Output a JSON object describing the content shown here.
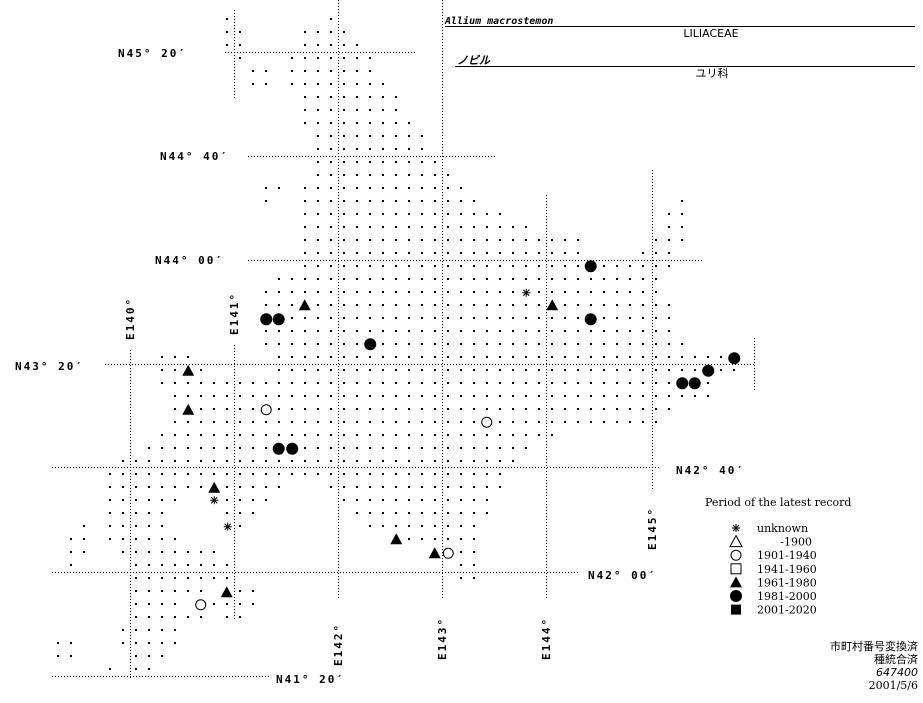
{
  "header": {
    "scientific_name": "Allium macrostemon",
    "family_latin": "LILIACEAE",
    "japanese_name": "ノビル",
    "family_japanese": "ユリ科"
  },
  "grid_labels": {
    "lat": [
      "N45° 20′",
      "N44° 40′",
      "N44° 00′",
      "N43° 20′",
      "N42° 40′",
      "N42° 00′",
      "N41° 20′"
    ],
    "lon": [
      "E140°",
      "E141°",
      "E142°",
      "E143°",
      "E144°",
      "E145°"
    ]
  },
  "legend": {
    "title": "Period of the latest record",
    "items": [
      {
        "symbol": "asterisk",
        "label": "unknown"
      },
      {
        "symbol": "open-triangle",
        "label": "-1900"
      },
      {
        "symbol": "open-circle",
        "label": "1901-1940"
      },
      {
        "symbol": "open-square",
        "label": "1941-1960"
      },
      {
        "symbol": "filled-triangle",
        "label": "1961-1980"
      },
      {
        "symbol": "filled-circle",
        "label": "1981-2000"
      },
      {
        "symbol": "filled-square",
        "label": "2001-2020"
      }
    ]
  },
  "records": [
    {
      "lon": 141.68,
      "lat": 43.71,
      "period": 4
    },
    {
      "lon": 140.56,
      "lat": 43.29,
      "period": 4
    },
    {
      "lon": 140.56,
      "lat": 43.04,
      "period": 4
    },
    {
      "lon": 140.81,
      "lat": 42.54,
      "period": 4
    },
    {
      "lon": 142.56,
      "lat": 42.21,
      "period": 4
    },
    {
      "lon": 142.93,
      "lat": 42.12,
      "period": 4
    },
    {
      "lon": 140.93,
      "lat": 41.87,
      "period": 4
    },
    {
      "lon": 144.06,
      "lat": 43.71,
      "period": 4
    },
    {
      "lon": 141.31,
      "lat": 43.62,
      "period": 5
    },
    {
      "lon": 141.43,
      "lat": 43.62,
      "period": 5
    },
    {
      "lon": 142.31,
      "lat": 43.46,
      "period": 5
    },
    {
      "lon": 141.43,
      "lat": 42.79,
      "period": 5
    },
    {
      "lon": 141.56,
      "lat": 42.79,
      "period": 5
    },
    {
      "lon": 144.43,
      "lat": 43.96,
      "period": 5
    },
    {
      "lon": 144.43,
      "lat": 43.62,
      "period": 5
    },
    {
      "lon": 145.81,
      "lat": 43.37,
      "period": 5
    },
    {
      "lon": 145.56,
      "lat": 43.29,
      "period": 5
    },
    {
      "lon": 145.31,
      "lat": 43.21,
      "period": 5
    },
    {
      "lon": 145.43,
      "lat": 43.21,
      "period": 5
    },
    {
      "lon": 141.31,
      "lat": 43.04,
      "period": 2
    },
    {
      "lon": 143.43,
      "lat": 42.96,
      "period": 2
    },
    {
      "lon": 143.06,
      "lat": 42.12,
      "period": 2
    },
    {
      "lon": 140.68,
      "lat": 41.79,
      "period": 2
    },
    {
      "lon": 143.81,
      "lat": 43.79,
      "period": 0
    },
    {
      "lon": 140.81,
      "lat": 42.46,
      "period": 0
    },
    {
      "lon": 140.94,
      "lat": 42.29,
      "period": 0
    }
  ],
  "footer": {
    "line1": "市町村番号変換済",
    "line2": "種統合済",
    "line3": "647400",
    "line4": "2001/5/6"
  }
}
